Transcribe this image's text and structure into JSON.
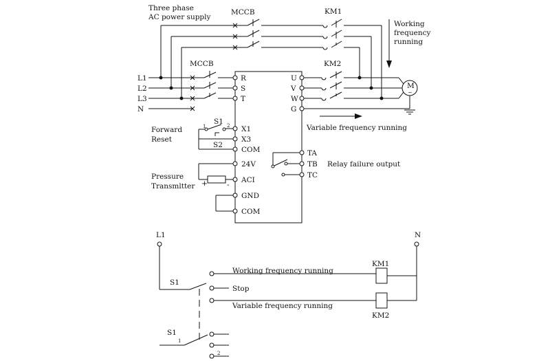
{
  "labels": {
    "supply_line1": "Three phase",
    "supply_line2": "AC power supply",
    "mccb_top": "MCCB",
    "mccb_left": "MCCB",
    "km1": "KM1",
    "km2": "KM2",
    "working_line1": "Working",
    "working_line2": "frequency",
    "working_line3": "running",
    "motor": "M",
    "motor_tilde": "~",
    "l1": "L1",
    "l2": "L2",
    "l3": "L3",
    "n": "N",
    "r": "R",
    "s": "S",
    "t": "T",
    "u": "U",
    "v": "V",
    "w": "W",
    "g": "G",
    "variable_freq": "Variable frequency running",
    "forward": "Forward",
    "reset": "Reset",
    "s1": "S1",
    "s2": "S2",
    "num1": "1",
    "num2": "2",
    "x1": "X1",
    "x3": "X3",
    "com1": "COM",
    "v24": "24V",
    "aci": "ACI",
    "gnd": "GND",
    "com2": "COM",
    "pressure": "Pressure",
    "transmitter": "Transmltter",
    "plus": "+",
    "minus": "-",
    "ta": "TA",
    "tb": "TB",
    "tc": "TC",
    "relay": "Relay failure output"
  },
  "control": {
    "l1": "L1",
    "n": "N",
    "s1_top": "S1",
    "s1_bottom": "S1",
    "num1": "1",
    "num2": "2",
    "working": "Working frequency running",
    "stop": "Stop",
    "variable": "Variable frequency running",
    "km1": "KM1",
    "km2": "KM2"
  }
}
